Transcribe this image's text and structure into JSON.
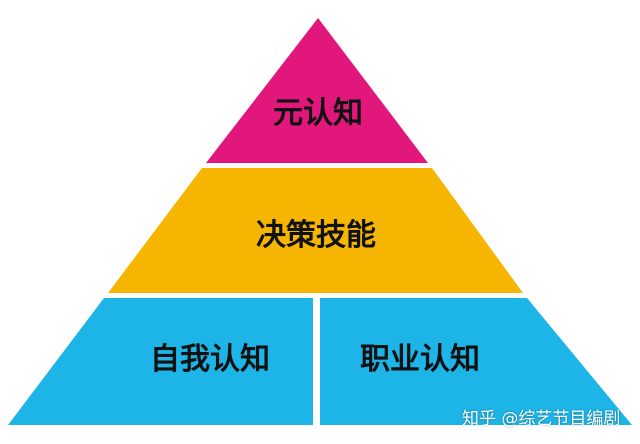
{
  "tiers": {
    "top": {
      "label": "元认知",
      "color": "#e2177c"
    },
    "middle": {
      "label": "决策技能",
      "color": "#f6b500"
    },
    "bottom_left": {
      "label": "自我认知",
      "color": "#1db5e8"
    },
    "bottom_right": {
      "label": "职业认知",
      "color": "#1db5e8"
    }
  },
  "watermark": "知乎 @综艺节目编剧"
}
